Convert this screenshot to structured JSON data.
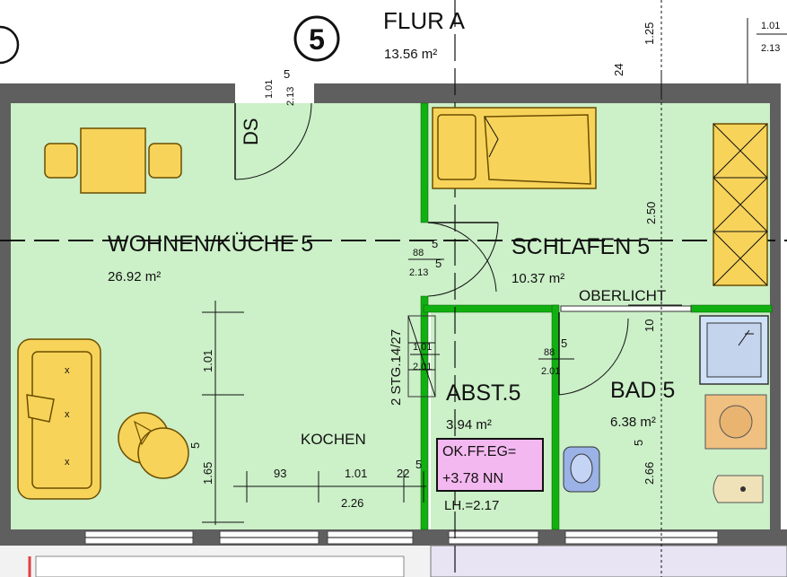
{
  "unit_number": "5",
  "hall": {
    "name": "FLUR A",
    "area": "13.56 m²"
  },
  "rooms": {
    "living": {
      "name": "WOHNEN/KÜCHE 5",
      "area": "26.92 m²"
    },
    "bedroom": {
      "name": "SCHLAFEN 5",
      "area": "10.37 m²"
    },
    "storage": {
      "name": "ABST.5",
      "area": "3.94 m²"
    },
    "bath": {
      "name": "BAD 5",
      "area": "6.38 m²"
    }
  },
  "labels": {
    "ds": "DS",
    "kochen": "KOCHEN",
    "oberlicht": "OBERLICHT",
    "stairs": "2 STG.14/27",
    "elevation": [
      "OK.FF.EG=",
      "+3.78 NN"
    ],
    "clear_height": "LH.=2.17"
  },
  "dimensions": {
    "entry_door_w": "1.01",
    "entry_door_h": "2.13",
    "entry_door_h_sup": "5",
    "top_right_125": "1.25",
    "top_right_24": "24",
    "far_right_101": "1.01",
    "far_right_213": "2.13",
    "bed_250": "2.50",
    "bed_door_w": "88",
    "bed_door_w_sup": "5",
    "bed_door_h": "2.13",
    "bed_door_h_sup": "5",
    "bath_door_w": "88",
    "bath_door_w_sup": "5",
    "bath_door_h": "2.01",
    "store_101": "1.01",
    "store_201": "2.01",
    "oberlicht_10": "10",
    "kitchen_101": "1.01",
    "kitchen_165": "1.65",
    "kitchen_165_sup": "5",
    "kitchen_93": "93",
    "kitchen_101b": "1.01",
    "kitchen_22": "22",
    "kitchen_22_sup": "5",
    "kitchen_226": "2.26",
    "bath_266": "2.66",
    "bath_266_sup": "5"
  },
  "colors": {
    "floor": "#ccf0c8",
    "furniture": "#f7d35a",
    "wall": "#5f5f5f",
    "partition": "#10b010",
    "elevation_box": "#f4b8f0"
  }
}
